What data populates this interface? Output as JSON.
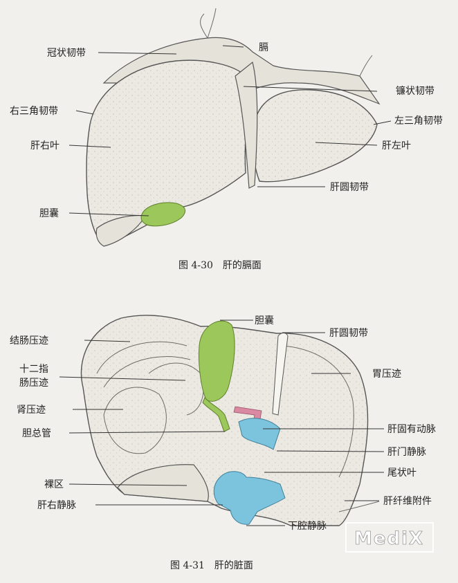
{
  "figure_top": {
    "caption": "图 4-30　肝的膈面",
    "labels": {
      "coronary": "冠状韧带",
      "diaphragm": "膈",
      "falciform": "镰状韧带",
      "right_triangular": "右三角韧带",
      "left_triangular": "左三角韧带",
      "right_lobe": "肝右叶",
      "left_lobe": "肝左叶",
      "round_ligament": "肝圆韧带",
      "gallbladder": "胆囊"
    }
  },
  "figure_bottom": {
    "caption": "图 4-31　肝的脏面",
    "labels": {
      "gallbladder": "胆囊",
      "round_ligament": "肝圆韧带",
      "colic": "结肠压迹",
      "duodenal_1": "十二指",
      "duodenal_2": "肠压迹",
      "gastric": "胃压迹",
      "renal": "肾压迹",
      "common_bile_duct": "胆总管",
      "hepatic_artery": "肝固有动脉",
      "portal_vein": "肝门静脉",
      "caudate": "尾状叶",
      "bare_area": "裸区",
      "fibrous_appendix": "肝纤维附件",
      "hepatic_vein": "肝右静脉",
      "ivc": "下腔静脉"
    }
  },
  "watermark": "MediX",
  "colors": {
    "gallbladder": "#9cc75b",
    "vein": "#7cc4dd",
    "artery": "#d98aa2",
    "liver": "#ebe9e1"
  }
}
